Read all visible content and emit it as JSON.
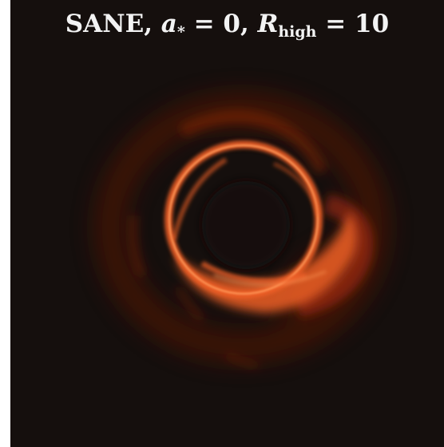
{
  "figure": {
    "title": {
      "model": "SANE,",
      "spin_symbol": "a",
      "spin_subscript": "*",
      "spin_value": "= 0,",
      "r_symbol": "R",
      "r_subscript": "high",
      "r_value": "= 10"
    },
    "colors": {
      "background": "#150f0d",
      "ring_outer": "#5a1606",
      "ring_mid": "#b8300e",
      "ring_bright": "#ee5f26",
      "ring_hot": "#ff9a5a"
    }
  }
}
